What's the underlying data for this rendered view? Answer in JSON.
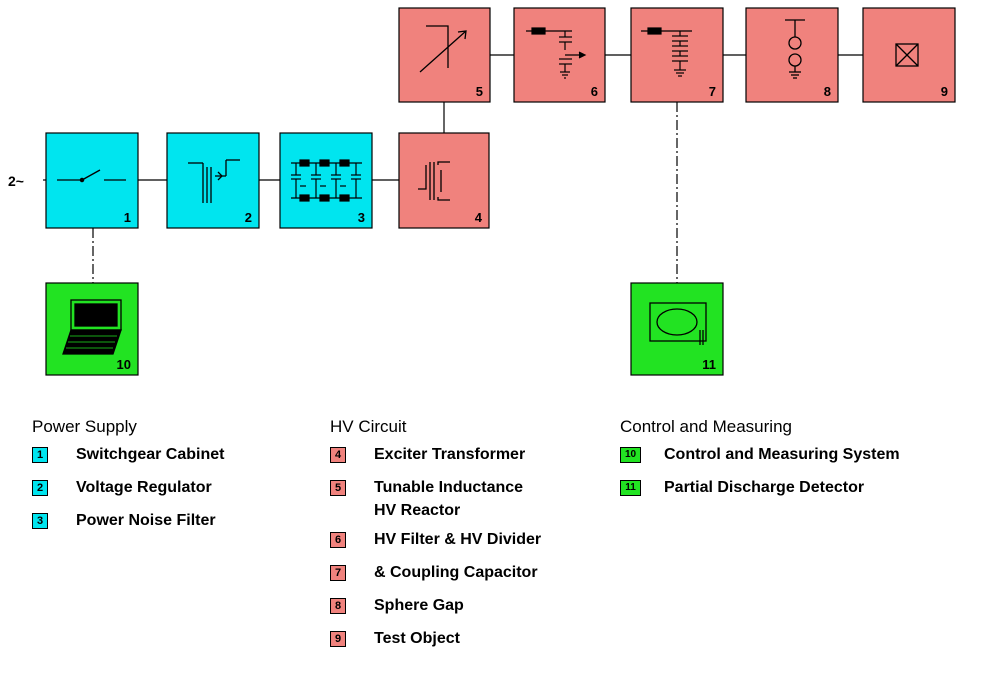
{
  "source": {
    "label": "2~"
  },
  "colors": {
    "power": "#00e5ef",
    "hv": "#f0827d",
    "control": "#22e322"
  },
  "blocks": [
    {
      "num": "1",
      "group": "power",
      "icon": "switch-icon"
    },
    {
      "num": "2",
      "group": "power",
      "icon": "voltage-regulator-icon"
    },
    {
      "num": "3",
      "group": "power",
      "icon": "noise-filter-icon"
    },
    {
      "num": "4",
      "group": "hv",
      "icon": "transformer-icon"
    },
    {
      "num": "5",
      "group": "hv",
      "icon": "variable-inductor-icon"
    },
    {
      "num": "6",
      "group": "hv",
      "icon": "filter-divider-icon"
    },
    {
      "num": "7",
      "group": "hv",
      "icon": "coupling-capacitor-icon"
    },
    {
      "num": "8",
      "group": "hv",
      "icon": "sphere-gap-icon"
    },
    {
      "num": "9",
      "group": "hv",
      "icon": "test-object-icon"
    },
    {
      "num": "10",
      "group": "control",
      "icon": "laptop-icon"
    },
    {
      "num": "11",
      "group": "control",
      "icon": "detector-screen-icon"
    }
  ],
  "legend": {
    "power_supply": {
      "title": "Power Supply",
      "items": [
        {
          "num": "1",
          "label": "Switchgear Cabinet"
        },
        {
          "num": "2",
          "label": "Voltage Regulator"
        },
        {
          "num": "3",
          "label": "Power Noise Filter"
        }
      ]
    },
    "hv_circuit": {
      "title": "HV Circuit",
      "items": [
        {
          "num": "4",
          "label": "Exciter Transformer"
        },
        {
          "num": "5",
          "label": "Tunable Inductance",
          "label2": "HV Reactor"
        },
        {
          "num": "6",
          "label": "HV Filter & HV Divider"
        },
        {
          "num": "7",
          "label": "& Coupling Capacitor"
        },
        {
          "num": "8",
          "label": "Sphere Gap"
        },
        {
          "num": "9",
          "label": "Test Object"
        }
      ]
    },
    "control": {
      "title": "Control and Measuring",
      "items": [
        {
          "num": "10",
          "label": "Control and Measuring System"
        },
        {
          "num": "11",
          "label": "Partial Discharge Detector"
        }
      ]
    }
  }
}
